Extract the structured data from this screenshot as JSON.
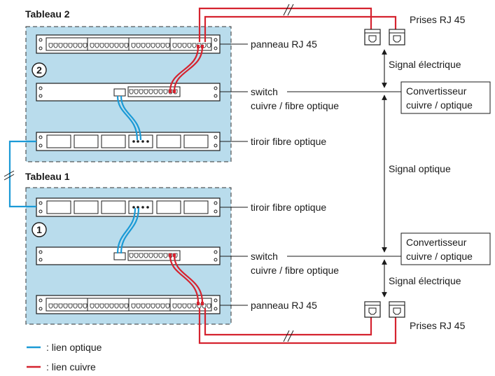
{
  "tableau2": {
    "title": "Tableau 2",
    "number": "2"
  },
  "tableau1": {
    "title": "Tableau 1",
    "number": "1"
  },
  "labels": {
    "panneau_rj45_top": "panneau RJ 45",
    "switch_top_line1": "switch",
    "switch_top_line2": "cuivre / fibre optique",
    "tiroir_top": "tiroir fibre optique",
    "tiroir_bottom": "tiroir fibre optique",
    "switch_bottom_line1": "switch",
    "switch_bottom_line2": "cuivre / fibre optique",
    "panneau_rj45_bottom": "panneau RJ 45"
  },
  "right": {
    "prises_top": "Prises RJ 45",
    "prises_bottom": "Prises RJ 45",
    "signal_elec_top": "Signal électrique",
    "signal_optique": "Signal optique",
    "signal_elec_bottom": "Signal électrique",
    "convertisseur_top_line1": "Convertisseur",
    "convertisseur_top_line2": "cuivre / optique",
    "convertisseur_bottom_line1": "Convertisseur",
    "convertisseur_bottom_line2": "cuivre / optique"
  },
  "legend": {
    "optique": ": lien optique",
    "cuivre": ": lien cuivre"
  },
  "colors": {
    "cabinet_fill": "#b9dcec",
    "optical_link": "#1b9ad6",
    "copper_link": "#d5232f",
    "device_stroke": "#1a1a1a"
  }
}
